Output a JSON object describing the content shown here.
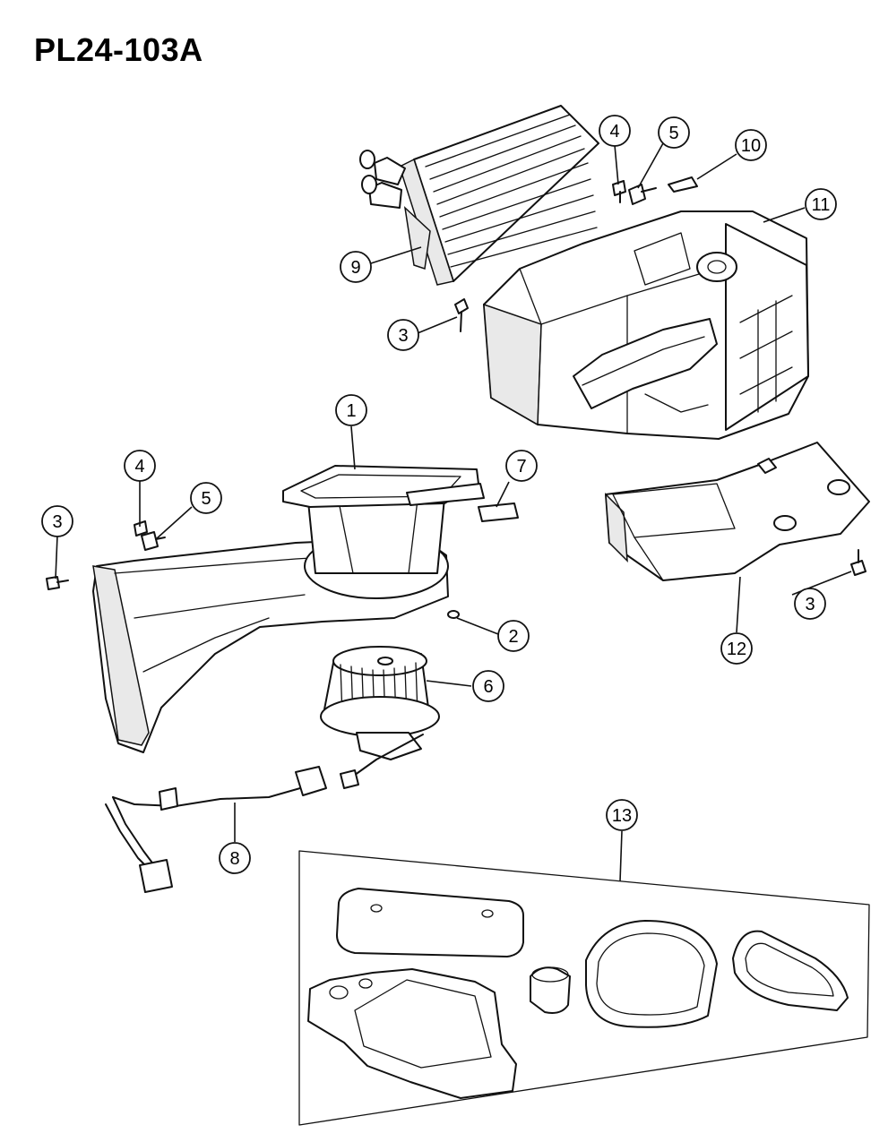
{
  "title": "PL24-103A",
  "callouts": [
    {
      "label": "1"
    },
    {
      "label": "2"
    },
    {
      "label": "3"
    },
    {
      "label": "3"
    },
    {
      "label": "3"
    },
    {
      "label": "4"
    },
    {
      "label": "4"
    },
    {
      "label": "5"
    },
    {
      "label": "5"
    },
    {
      "label": "6"
    },
    {
      "label": "7"
    },
    {
      "label": "8"
    },
    {
      "label": "9"
    },
    {
      "label": "10"
    },
    {
      "label": "11"
    },
    {
      "label": "12"
    },
    {
      "label": "13"
    }
  ]
}
